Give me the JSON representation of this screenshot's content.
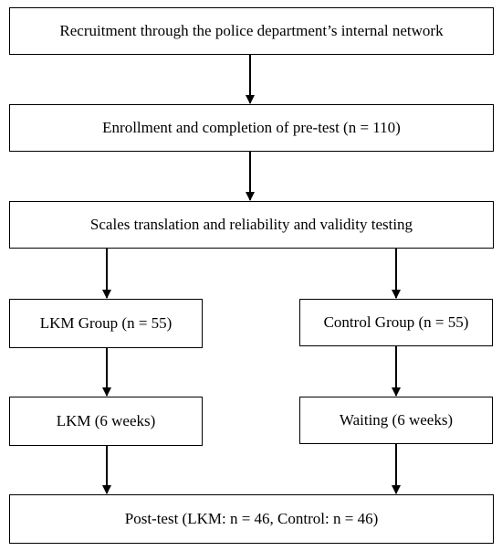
{
  "flowchart": {
    "steps": {
      "recruitment": "Recruitment through the police department’s internal network",
      "enrollment": "Enrollment and completion of pre-test (n = 110)",
      "scales": "Scales translation and reliability and validity testing",
      "lkm_group": "LKM Group (n = 55)",
      "control_group": "Control Group (n = 55)",
      "lkm_intervention": "LKM (6 weeks)",
      "waiting": "Waiting (6 weeks)",
      "post_test": "Post-test (LKM: n = 46, Control: n = 46)"
    },
    "connections": [
      [
        "recruitment",
        "enrollment"
      ],
      [
        "enrollment",
        "scales"
      ],
      [
        "scales",
        "lkm_group"
      ],
      [
        "scales",
        "control_group"
      ],
      [
        "lkm_group",
        "lkm_intervention"
      ],
      [
        "control_group",
        "waiting"
      ],
      [
        "lkm_intervention",
        "post_test"
      ],
      [
        "waiting",
        "post_test"
      ]
    ]
  }
}
